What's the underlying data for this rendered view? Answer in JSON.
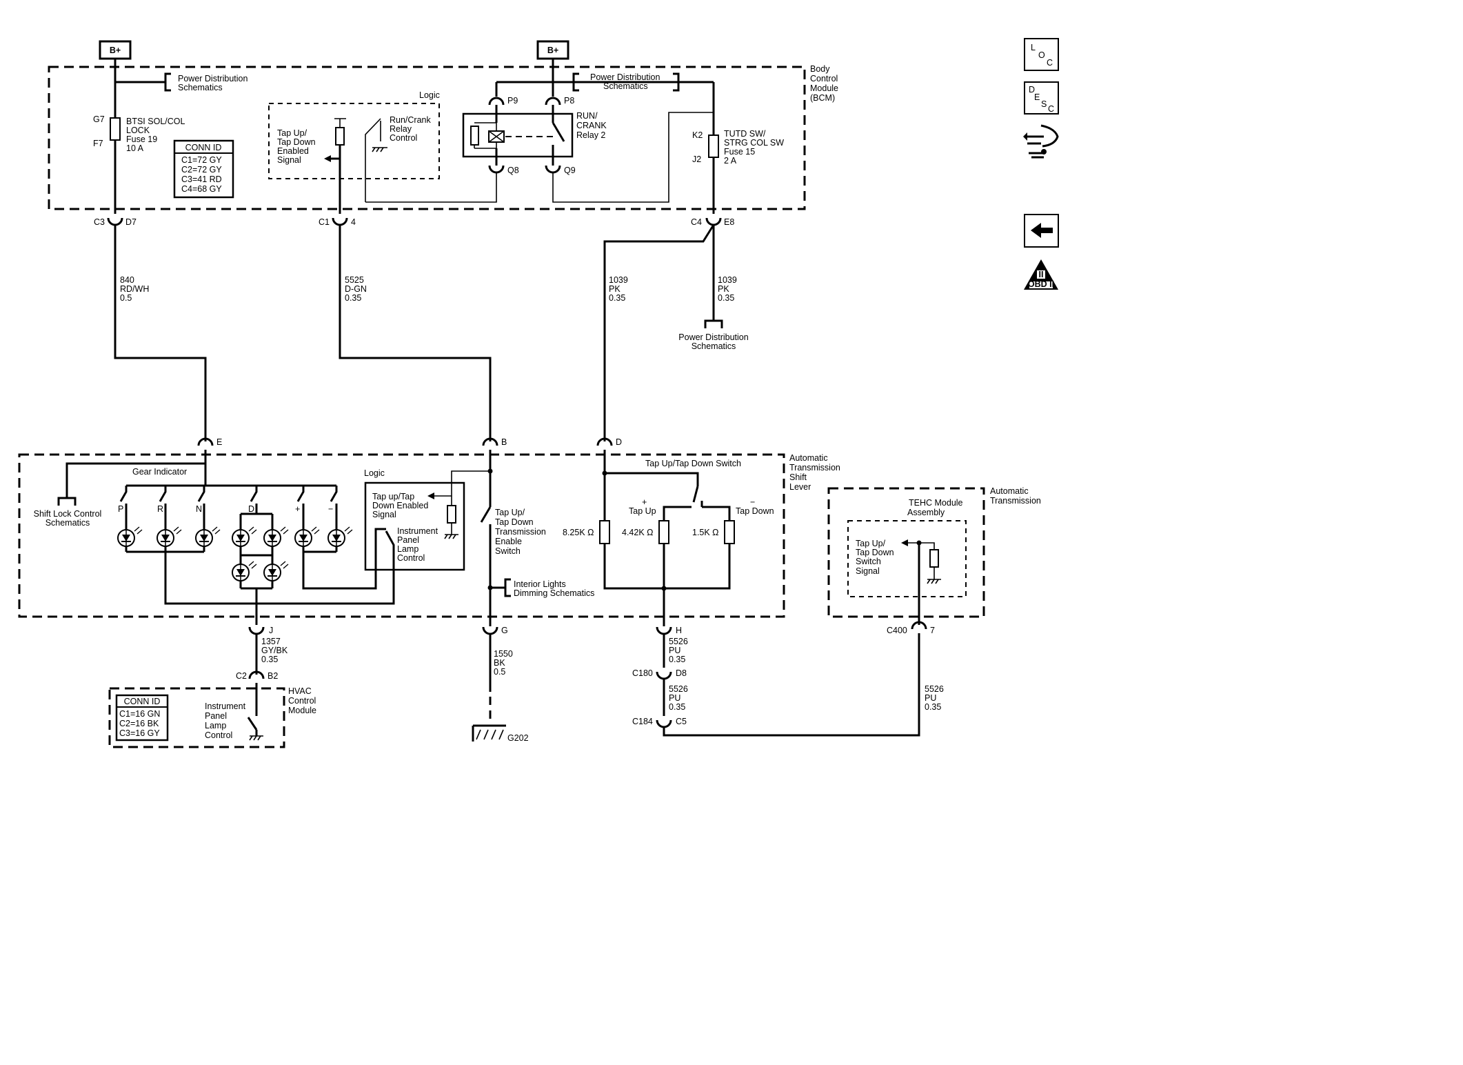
{
  "power": {
    "bplus_left": "B+",
    "bplus_right": "B+"
  },
  "bcm": {
    "label": [
      "Body",
      "Control",
      "Module",
      "(BCM)"
    ],
    "pds_left": [
      "Power Distribution",
      "Schematics"
    ],
    "pds_right": [
      "Power Distribution",
      "Schematics"
    ],
    "fuse19": {
      "top_pin": "G7",
      "bottom_pin": "F7",
      "text": [
        "BTSI SOL/COL",
        "LOCK",
        "Fuse 19",
        "10 A"
      ]
    },
    "conn_id": {
      "title": "CONN ID",
      "rows": [
        "C1=72 GY",
        "C2=72 GY",
        "C3=41 RD",
        "C4=68 GY"
      ]
    },
    "logic": {
      "label": "Logic",
      "signal": [
        "Tap Up/",
        "Tap Down",
        "Enabled",
        "Signal"
      ],
      "relay_ctrl": [
        "Run/Crank",
        "Relay",
        "Control"
      ]
    },
    "relay": {
      "p9": "P9",
      "p8": "P8",
      "q8": "Q8",
      "q9": "Q9",
      "text": [
        "RUN/",
        "CRANK",
        "Relay 2"
      ]
    },
    "fuse15": {
      "top_pin": "K2",
      "bottom_pin": "J2",
      "text": [
        "TUTD SW/",
        "STRG COL SW",
        "Fuse 15",
        "2 A"
      ]
    }
  },
  "connectors": {
    "c3": "C3",
    "d7": "D7",
    "c1": "C1",
    "pin4": "4",
    "c4": "C4",
    "e8": "E8",
    "e": "E",
    "b": "B",
    "d": "D",
    "j": "J",
    "g": "G",
    "h": "H",
    "c2": "C2",
    "b2": "B2",
    "c180": "C180",
    "d8": "D8",
    "c184": "C184",
    "c5": "C5",
    "c400": "C400",
    "pin7": "7"
  },
  "wires": {
    "w840": [
      "840",
      "RD/WH",
      "0.5"
    ],
    "w5525": [
      "5525",
      "D-GN",
      "0.35"
    ],
    "w1039a": [
      "1039",
      "PK",
      "0.35"
    ],
    "w1039b": [
      "1039",
      "PK",
      "0.35"
    ],
    "w1357": [
      "1357",
      "GY/BK",
      "0.35"
    ],
    "w1550": [
      "1550",
      "BK",
      "0.5"
    ],
    "w5526a": [
      "5526",
      "PU",
      "0.35"
    ],
    "w5526b": [
      "5526",
      "PU",
      "0.35"
    ],
    "w5526c": [
      "5526",
      "PU",
      "0.35"
    ]
  },
  "pds_bottom": [
    "Power Distribution",
    "Schematics"
  ],
  "shifter": {
    "label": [
      "Automatic",
      "Transmission",
      "Shift",
      "Lever"
    ],
    "gear_indicator": "Gear Indicator",
    "shift_lock": [
      "Shift Lock Control",
      "Schematics"
    ],
    "gears": [
      "P",
      "R",
      "N",
      "D",
      "+",
      "−"
    ],
    "logic": "Logic",
    "logic_signal": [
      "Tap up/Tap",
      "Down Enabled",
      "Signal"
    ],
    "ip_lamp": [
      "Instrument",
      "Panel",
      "Lamp",
      "Control"
    ],
    "enable_switch": [
      "Tap Up/",
      "Tap Down",
      "Transmission",
      "Enable",
      "Switch"
    ],
    "interior": [
      "Interior Lights",
      "Dimming Schematics"
    ],
    "tutd_switch": "Tap Up/Tap Down Switch",
    "tap_up": [
      "+",
      "Tap Up"
    ],
    "tap_down": [
      "−",
      "Tap Down"
    ],
    "resistors": [
      "8.25K Ω",
      "4.42K Ω",
      "1.5K Ω"
    ]
  },
  "hvac": {
    "conn_id": {
      "title": "CONN ID",
      "rows": [
        "C1=16 GN",
        "C2=16 BK",
        "C3=16 GY"
      ]
    },
    "ip_lamp": [
      "Instrument",
      "Panel",
      "Lamp",
      "Control"
    ],
    "label": [
      "HVAC",
      "Control",
      "Module"
    ]
  },
  "ground": "G202",
  "tehc": {
    "label": [
      "Automatic",
      "Transmission"
    ],
    "module": [
      "TEHC Module",
      "Assembly"
    ],
    "signal": [
      "Tap Up/",
      "Tap Down",
      "Switch",
      "Signal"
    ]
  },
  "icons": {
    "loc": [
      "L",
      "O",
      "C"
    ],
    "desc": [
      "D",
      "E",
      "S",
      "C"
    ],
    "obd": "OBD II",
    "obd_numeral": "II"
  }
}
